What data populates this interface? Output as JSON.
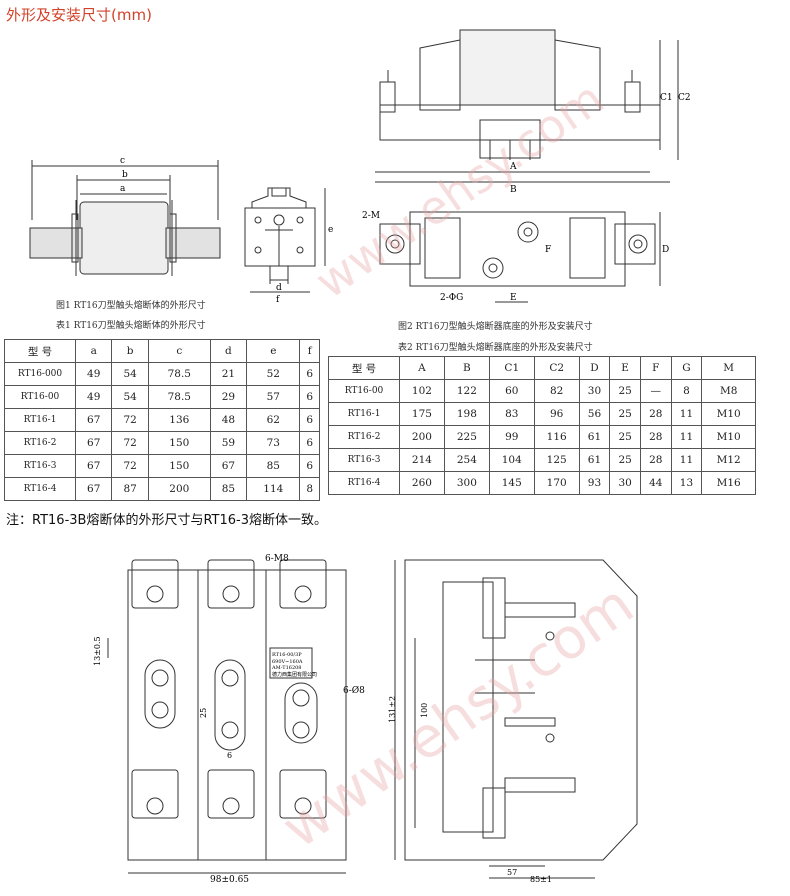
{
  "title": "外形及安装尺寸(mm)",
  "fig1": {
    "caption": "图1 RT16刀型触头熔断体的外形尺寸",
    "dims": {
      "c": "c",
      "b": "b",
      "a": "a",
      "e": "e",
      "f": "f",
      "d": "d"
    }
  },
  "fig2": {
    "caption": "图2 RT16刀型触头熔断器底座的外形及安装尺寸",
    "dims": {
      "A": "A",
      "B": "B",
      "C1": "C1",
      "C2": "C2",
      "D": "D",
      "F": "F",
      "E": "E",
      "M": "2-M",
      "G": "2-ΦG"
    }
  },
  "table1": {
    "caption": "表1 RT16刀型触头熔断体的外形尺寸",
    "headers": [
      "型  号",
      "a",
      "b",
      "c",
      "d",
      "e",
      "f"
    ],
    "rows": [
      [
        "RT16-000",
        "49",
        "54",
        "78.5",
        "21",
        "52",
        "6"
      ],
      [
        "RT16-00",
        "49",
        "54",
        "78.5",
        "29",
        "57",
        "6"
      ],
      [
        "RT16-1",
        "67",
        "72",
        "136",
        "48",
        "62",
        "6"
      ],
      [
        "RT16-2",
        "67",
        "72",
        "150",
        "59",
        "73",
        "6"
      ],
      [
        "RT16-3",
        "67",
        "72",
        "150",
        "67",
        "85",
        "6"
      ],
      [
        "RT16-4",
        "67",
        "87",
        "200",
        "85",
        "114",
        "8"
      ]
    ]
  },
  "table2": {
    "caption": "表2 RT16刀型触头熔断器底座的外形及安装尺寸",
    "headers": [
      "型  号",
      "A",
      "B",
      "C1",
      "C2",
      "D",
      "E",
      "F",
      "G",
      "M"
    ],
    "rows": [
      [
        "RT16-00",
        "102",
        "122",
        "60",
        "82",
        "30",
        "25",
        "—",
        "8",
        "M8"
      ],
      [
        "RT16-1",
        "175",
        "198",
        "83",
        "96",
        "56",
        "25",
        "28",
        "11",
        "M10"
      ],
      [
        "RT16-2",
        "200",
        "225",
        "99",
        "116",
        "61",
        "25",
        "28",
        "11",
        "M10"
      ],
      [
        "RT16-3",
        "214",
        "254",
        "104",
        "125",
        "61",
        "25",
        "28",
        "11",
        "M12"
      ],
      [
        "RT16-4",
        "260",
        "300",
        "145",
        "170",
        "93",
        "30",
        "44",
        "13",
        "M16"
      ]
    ]
  },
  "note": "注：RT16-3B熔断体的外形尺寸与RT16-3熔断体一致。",
  "fig3": {
    "dims": {
      "m8": "6-M8",
      "d8": "6-Ø8",
      "h13": "13±0.5",
      "v25": "25",
      "v6": "6",
      "w98": "98±0.65"
    },
    "label_lines": [
      "RT16-00/3P",
      "690V~160A",
      "AM-T16208",
      "德力西集团有限公司"
    ]
  },
  "fig4": {
    "dims": {
      "h131": "131±2",
      "h100": "100",
      "w57": "57",
      "w85": "85±1"
    }
  },
  "watermark": "www.ehsy.com"
}
